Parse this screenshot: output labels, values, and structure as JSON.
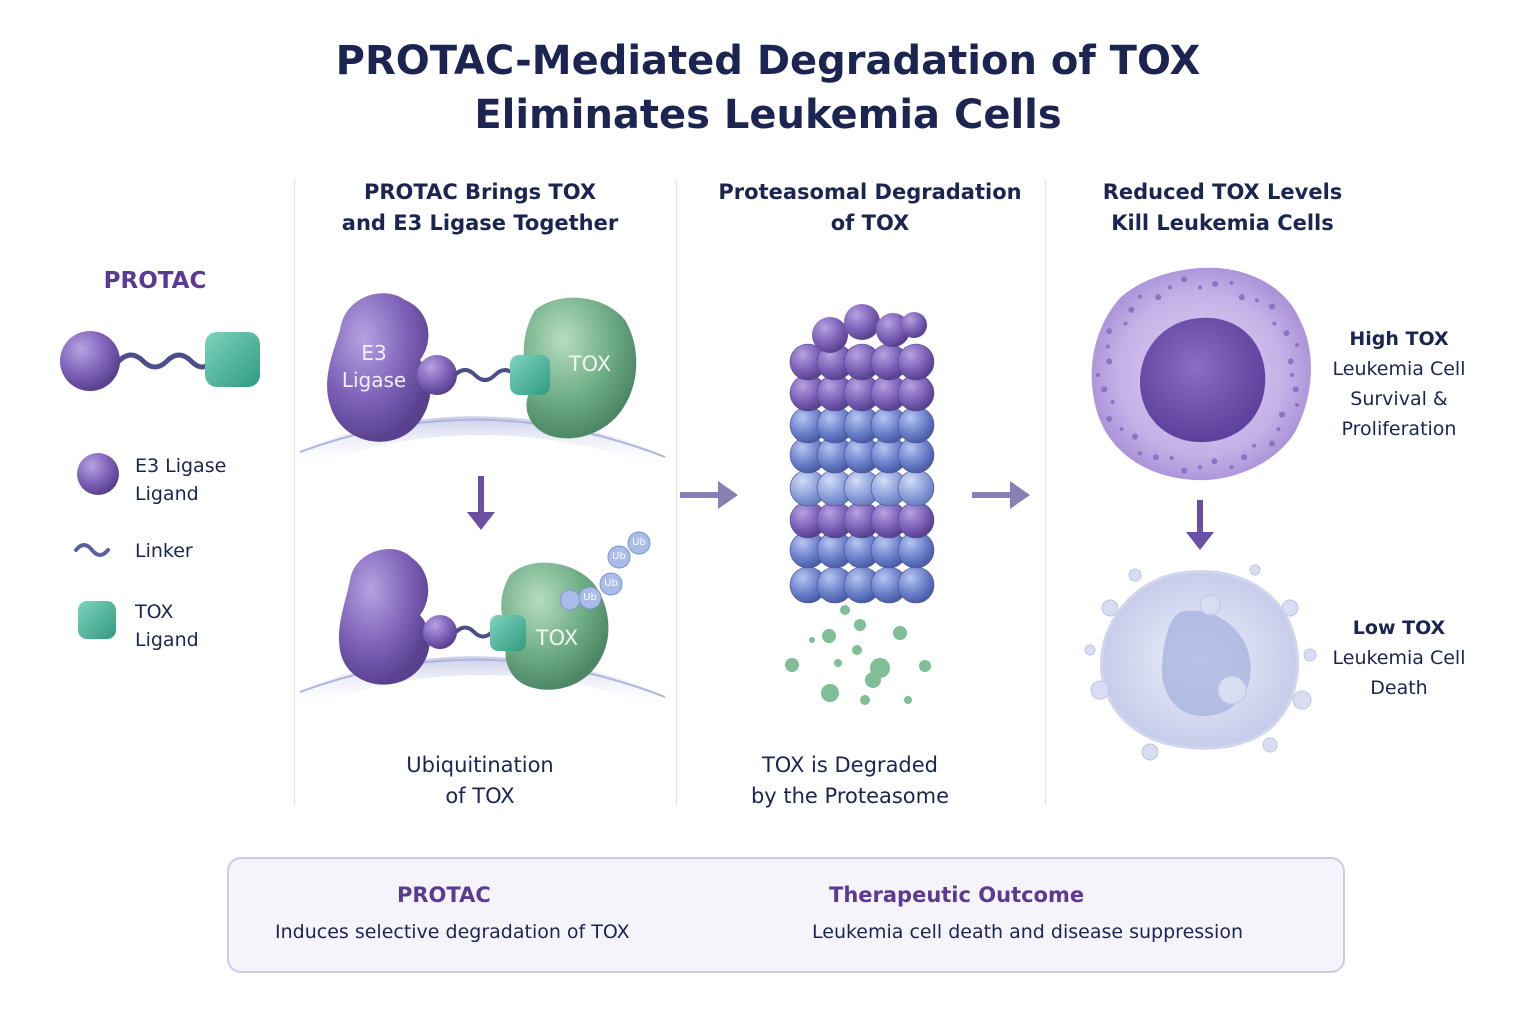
{
  "title": {
    "line1": "PROTAC-Mediated Degradation of TOX",
    "line2": "Eliminates Leukemia Cells"
  },
  "legend": {
    "heading": "PROTAC",
    "items": [
      {
        "line1": "E3 Ligase",
        "line2": "Ligand",
        "icon": "purple-sphere-icon"
      },
      {
        "line1": "Linker",
        "line2": "",
        "icon": "wavy-linker-icon"
      },
      {
        "line1": "TOX",
        "line2": "Ligand",
        "icon": "green-square-icon"
      }
    ]
  },
  "panels": [
    {
      "heading_line1": "PROTAC Brings TOX",
      "heading_line2": "and E3 Ligase Together",
      "blob_e3_line1": "E3",
      "blob_e3_line2": "Ligase",
      "blob_tox": "TOX",
      "blob_tox_bottom": "TOX",
      "ub_labels": [
        "Ub",
        "Ub",
        "Ub",
        "Ub"
      ],
      "caption_line1": "Ubiquitination",
      "caption_line2": "of TOX"
    },
    {
      "heading_line1": "Proteasomal Degradation",
      "heading_line2": "of TOX",
      "caption_line1": "TOX is Degraded",
      "caption_line2": "by the Proteasome"
    },
    {
      "heading_line1": "Reduced TOX Levels",
      "heading_line2": "Kill Leukemia Cells",
      "high": {
        "line1": "High TOX",
        "line2": "Leukemia Cell",
        "line3": "Survival &",
        "line4": "Proliferation"
      },
      "low": {
        "line1": "Low TOX",
        "line2": "Leukemia Cell",
        "line3": "Death"
      }
    }
  ],
  "summary": {
    "left_title": "PROTAC",
    "left_text": "Induces selective degradation of TOX",
    "right_title": "Therapeutic Outcome",
    "right_text": "Leukemia cell death and disease suppression"
  },
  "colors": {
    "purple": "#7c5db5",
    "green": "#5fa77e",
    "teal": "#4db39a",
    "blue": "#6d83cc",
    "navy": "#1c2451",
    "accent": "#5a3a93"
  }
}
